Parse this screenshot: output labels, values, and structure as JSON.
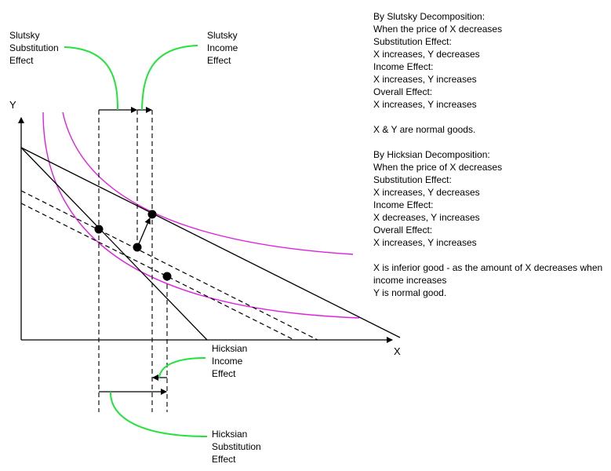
{
  "colors": {
    "callout": "#22e33a",
    "indifference_curve": "#e020e0",
    "ink": "#000000"
  },
  "axes": {
    "y_label": "Y",
    "x_label": "X"
  },
  "callouts": {
    "slutsky_substitution": [
      "Slutsky",
      "Substitution",
      "Effect"
    ],
    "slutsky_income": [
      "Slutsky",
      "Income",
      "Effect"
    ],
    "hicksian_income": [
      "Hicksian",
      "Income",
      "Effect"
    ],
    "hicksian_substitution": [
      "Hicksian",
      "Substitution",
      "Effect"
    ]
  },
  "notes": {
    "slutsky": [
      "By Slutsky Decomposition:",
      "When the price of X decreases",
      "Substitution Effect:",
      "X increases, Y decreases",
      "Income Effect:",
      "X increases, Y increases",
      "Overall Effect:",
      "X increases, Y increases"
    ],
    "normal_goods": "X & Y are normal goods.",
    "hicksian": [
      "By Hicksian Decomposition:",
      "When the price of X decreases",
      "Substitution Effect:",
      "X increases, Y decreases",
      "Income Effect:",
      "X decreases, Y increases",
      "Overall Effect:",
      "X increases, Y increases"
    ],
    "inferior": "X is inferior good - as the amount of X decreases when income increases",
    "y_normal": "Y is normal good."
  }
}
